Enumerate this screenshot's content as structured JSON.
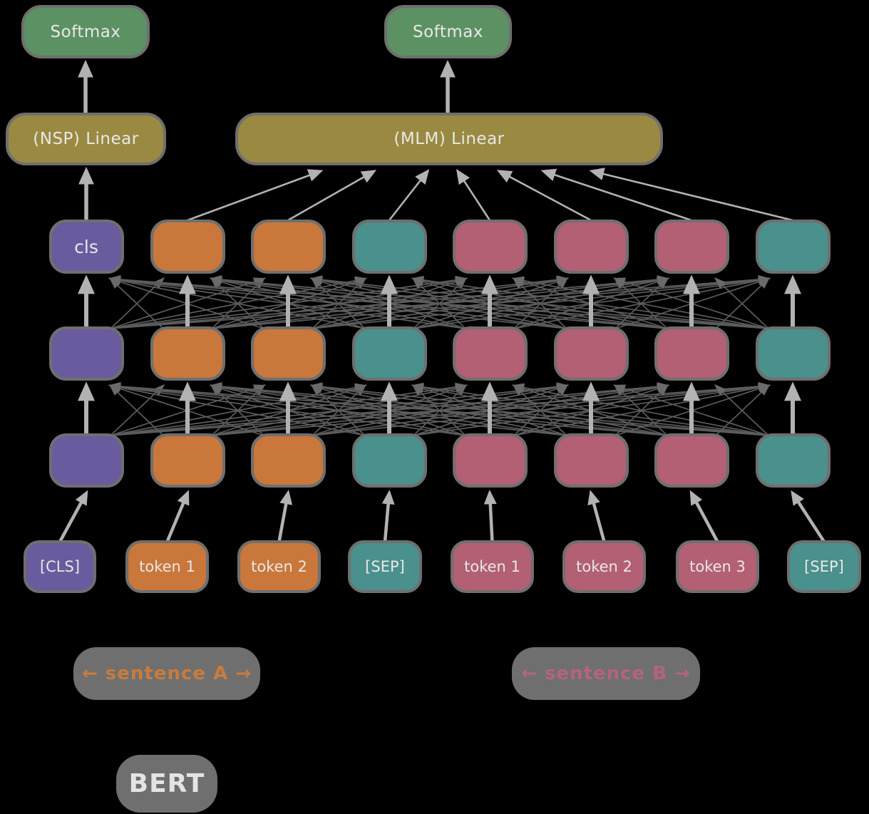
{
  "diagram": {
    "softmax_nsp": "Softmax",
    "softmax_mlm": "Softmax",
    "nsp_linear": "(NSP) Linear",
    "mlm_linear": "(MLM) Linear",
    "cls_label": "cls",
    "sentence_a_badge": "← sentence A →",
    "sentence_b_badge": "← sentence B →",
    "bert_label": "BERT"
  },
  "tokens": [
    {
      "label": "[CLS]",
      "segment": "cls"
    },
    {
      "label": "token 1",
      "segment": "a"
    },
    {
      "label": "token 2",
      "segment": "a"
    },
    {
      "label": "[SEP]",
      "segment": "sep"
    },
    {
      "label": "token 1",
      "segment": "b"
    },
    {
      "label": "token 2",
      "segment": "b"
    },
    {
      "label": "token 3",
      "segment": "b"
    },
    {
      "label": "[SEP]",
      "segment": "sep"
    }
  ],
  "columns": [
    "cls",
    "a",
    "a",
    "sep",
    "b",
    "b",
    "b",
    "sep"
  ],
  "colors": {
    "cls": "#6a5a9e",
    "a": "#c9773b",
    "b": "#b35f74",
    "sep": "#4a908c",
    "green": "#5c9163",
    "olive": "#9a8a41",
    "badge_bg": "#6f6f6f",
    "badge_a_text": "#c87c3e",
    "badge_b_text": "#b4647a",
    "border": "#6f6f6f",
    "arrow_light": "#b2b2b2",
    "arrow_dark": "#5c5c5c",
    "arrow_dark_head": "#6a6a6a",
    "text": "#e8e8e8",
    "background": "#000000"
  }
}
